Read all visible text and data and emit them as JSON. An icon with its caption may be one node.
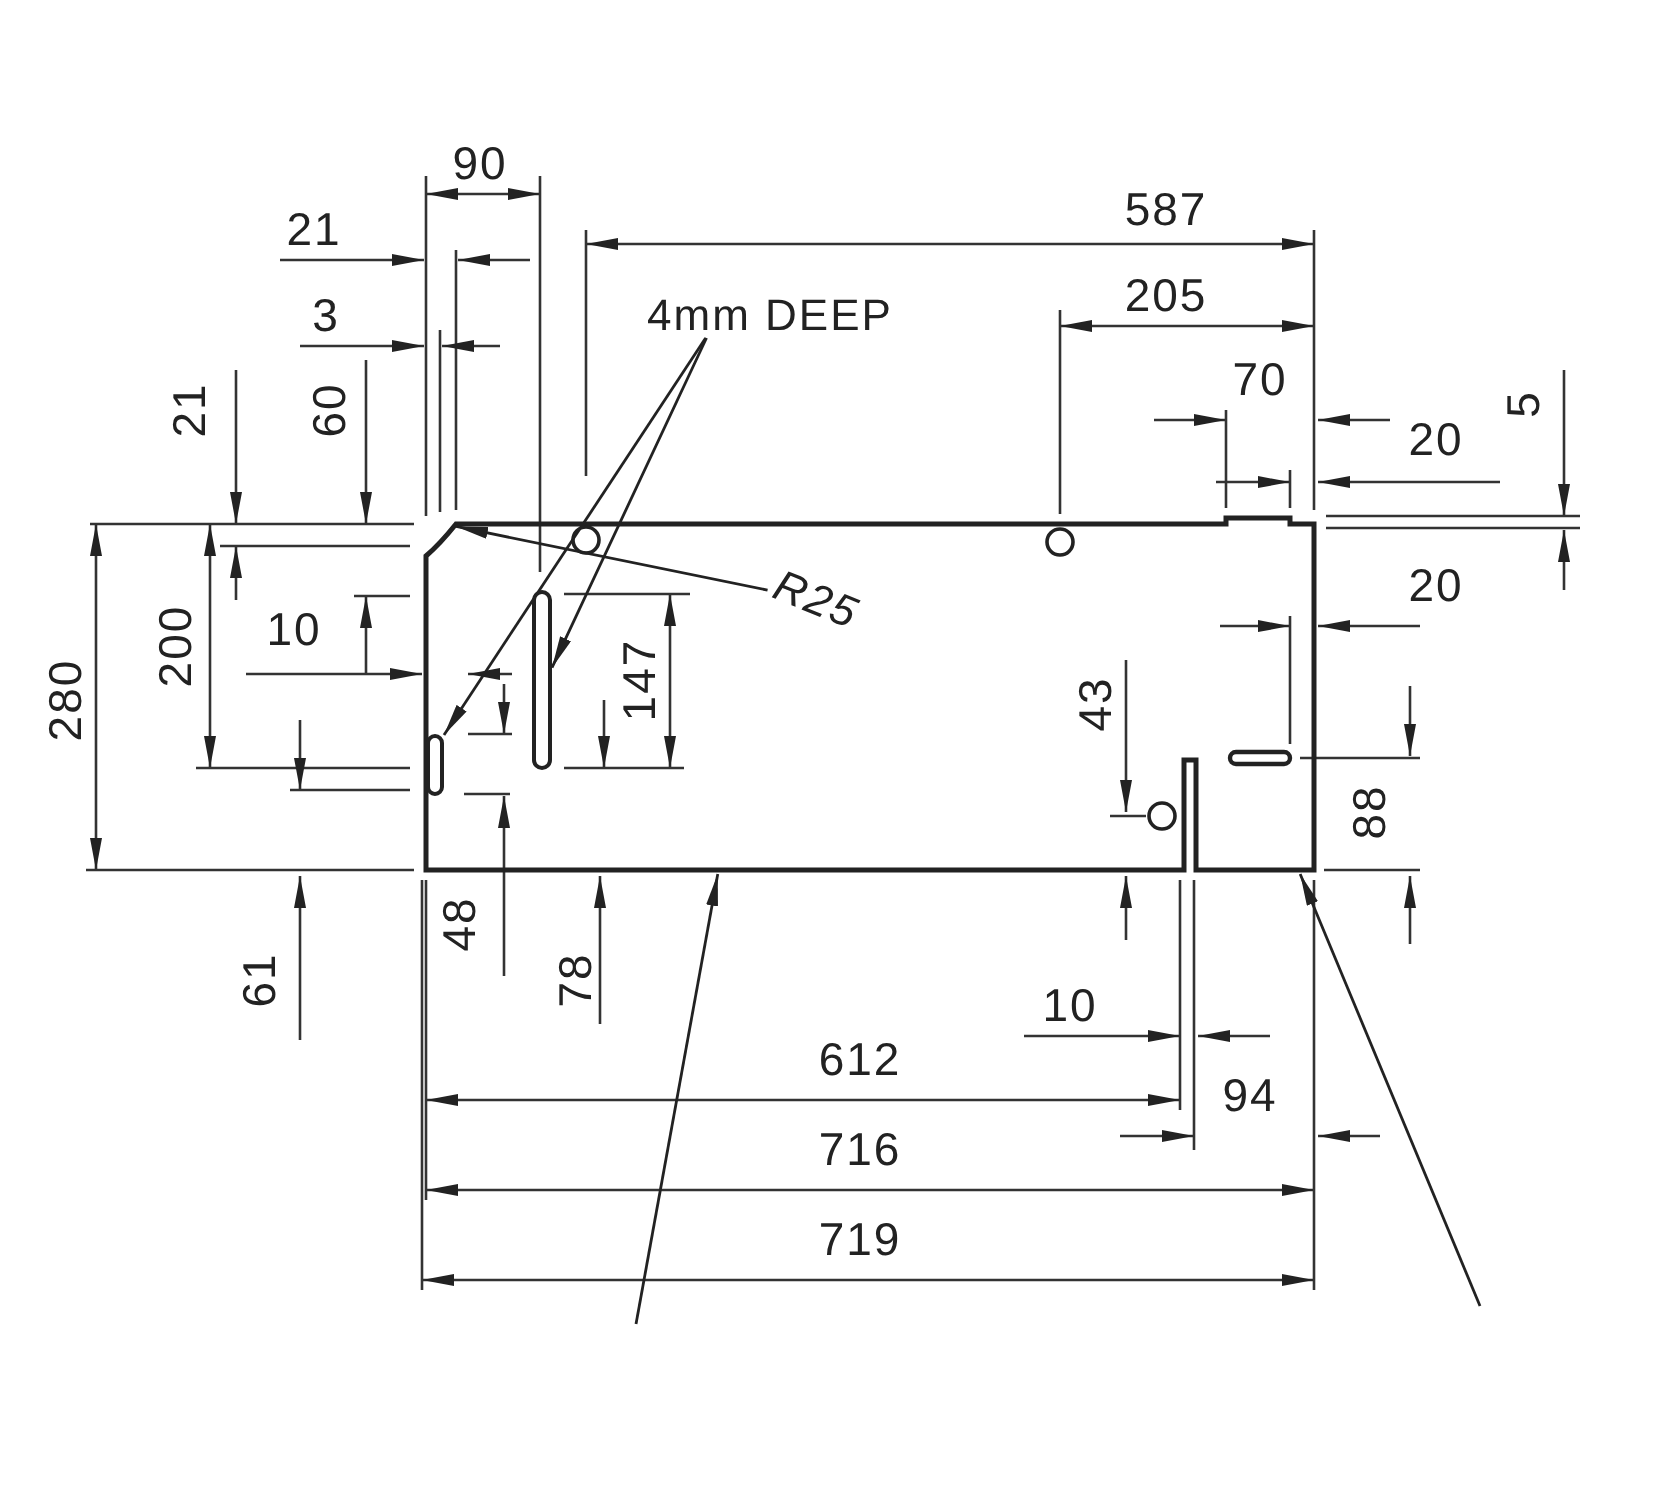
{
  "diagram": {
    "nodes": [
      {
        "text": [],
        "shape": "box"
      },
      {
        "text": [
          "4mm DEEP"
        ]
      },
      {
        "text": [],
        "shape": "bar",
        "in": 0
      },
      {
        "text": [],
        "shape": "bar",
        "in": 0
      },
      {
        "text": [
          "R25"
        ],
        "in": 0
      }
    ],
    "edges": [
      {
        "from": 1,
        "to": 2,
        "arrow": "to"
      },
      {
        "from": 1,
        "to": 3,
        "arrow": "to"
      },
      {
        "from": 4,
        "to": 0,
        "arrow": "to"
      },
      {
        "from": null,
        "to": 0,
        "arrow": "to"
      },
      {
        "from": null,
        "to": 0,
        "arrow": "to"
      }
    ],
    "labels": [
      "90",
      "21",
      "587",
      "3",
      "205",
      "70",
      "21",
      "60",
      "20",
      "5",
      "200",
      "280",
      "10",
      "20",
      "147",
      "43",
      "88",
      "48",
      "61",
      "78",
      "10",
      "612",
      "94",
      "716",
      "719"
    ]
  }
}
